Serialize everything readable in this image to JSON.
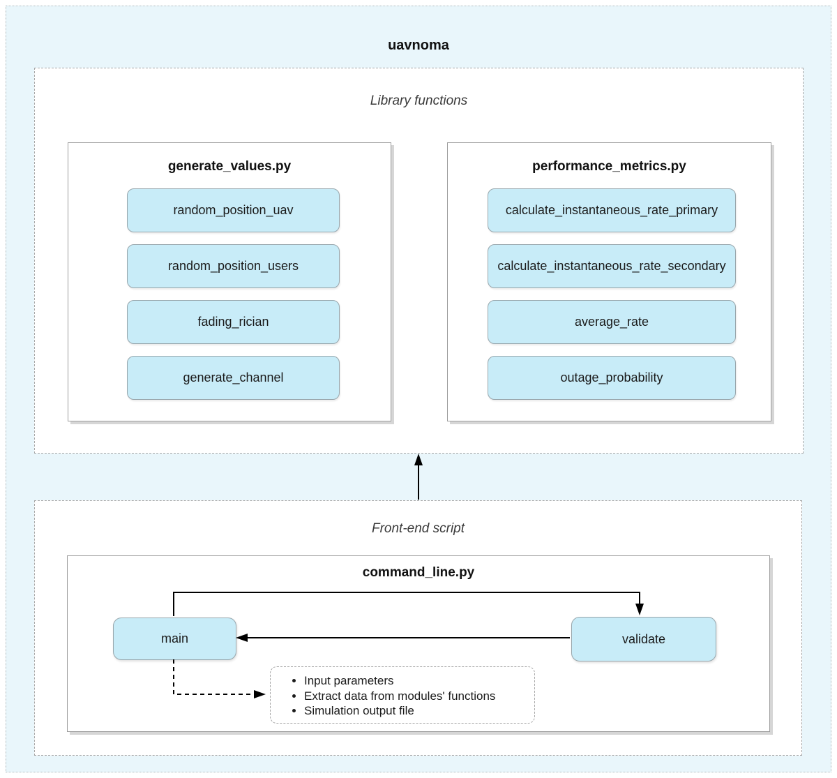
{
  "diagram": {
    "title": "uavnoma",
    "library": {
      "label": "Library functions",
      "modules": [
        {
          "title": "generate_values.py",
          "functions": [
            "random_position_uav",
            "random_position_users",
            "fading_rician",
            "generate_channel"
          ]
        },
        {
          "title": "performance_metrics.py",
          "functions": [
            "calculate_instantaneous_rate_primary",
            "calculate_instantaneous_rate_secondary",
            "average_rate",
            "outage_probability"
          ]
        }
      ]
    },
    "frontend": {
      "label": "Front-end script",
      "module": {
        "title": "command_line.py",
        "nodes": {
          "main": "main",
          "validate": "validate"
        },
        "outputs": [
          "Input parameters",
          "Extract data from modules' functions",
          "Simulation output file"
        ]
      }
    },
    "colors": {
      "canvas_fill": "#e9f6fb",
      "section_fill": "#ffffff",
      "node_fill": "#c8ecf8",
      "node_border": "#98a6ac",
      "panel_border": "#9c9c9c",
      "dashed_border": "#a6a6a6",
      "arrow": "#000000",
      "text": "#1a1a1a"
    }
  }
}
